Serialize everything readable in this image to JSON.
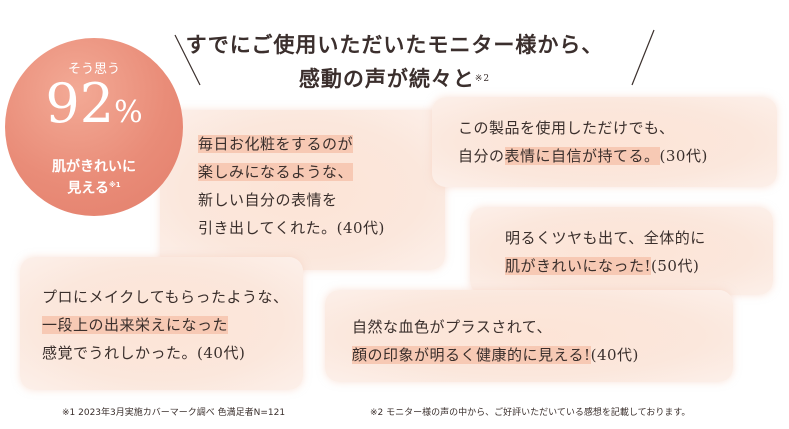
{
  "headline": {
    "line1": "すでにご使用いただいたモニター様から、",
    "line2": "感動の声が続々と",
    "note_mark": "※2"
  },
  "badge": {
    "top_label": "そう思う",
    "value": "92",
    "unit": "%",
    "line1": "肌がきれいに",
    "line2": "見える",
    "note_mark": "※1",
    "color": "#e98c78"
  },
  "quotes": {
    "q1": {
      "a": "毎日お化粧をするのが",
      "b": "楽しみになるような、",
      "c": "新しい自分の表情を",
      "d": "引き出してくれた。(40代)"
    },
    "q2": {
      "a": "この製品を使用しただけでも、",
      "b_pre": "自分の",
      "b_hl": "表情に自信が持てる。",
      "b_post": "(30代)"
    },
    "q3": {
      "a": "明るくツヤも出て、全体的に",
      "b_hl": "肌がきれいになった!",
      "b_post": "(50代)"
    },
    "q4": {
      "a": "プロにメイクしてもらったような、",
      "b_hl": "一段上の出来栄えになった",
      "c": "感覚でうれしかった。(40代)"
    },
    "q5": {
      "a": "自然な血色がプラスされて、",
      "b_hl": "顔の印象が明るく健康的に見える!",
      "b_post": "(40代)"
    }
  },
  "footnotes": {
    "n1": "※1 2023年3月実施カバーマーク調べ 色満足者N=121",
    "n2": "※2 モニター様の声の中から、ご好評いただいている感想を記載しております。"
  },
  "colors": {
    "card": "#fde4d6",
    "highlight": "#f7c9b4",
    "text": "#3a2f2c"
  }
}
